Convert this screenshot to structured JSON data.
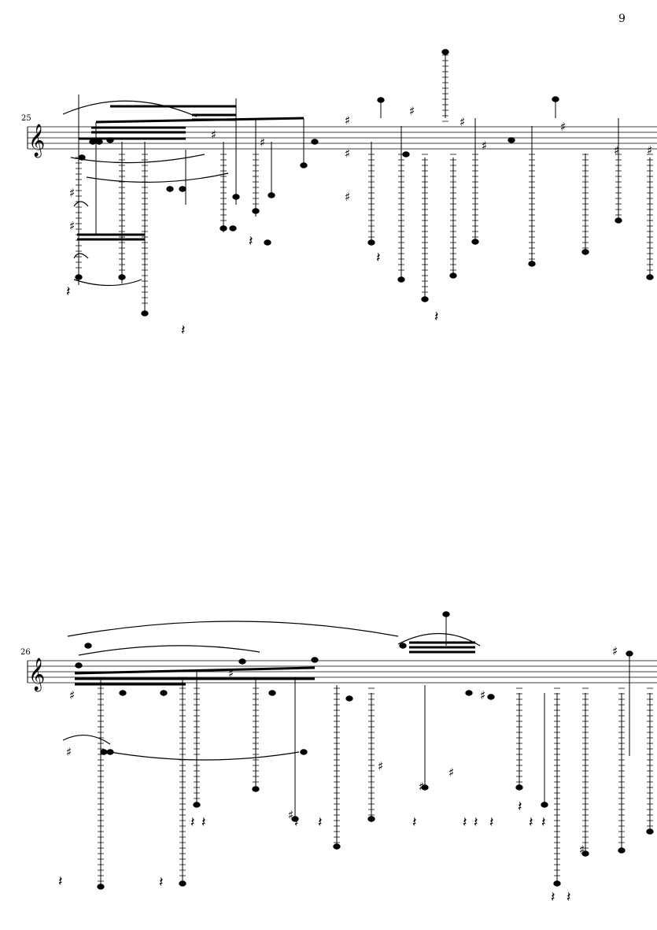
{
  "page": {
    "number": "9"
  },
  "systems": [
    {
      "measure_number": "25"
    },
    {
      "measure_number": "26"
    }
  ],
  "colors": {
    "ink": "#000000",
    "paper": "#ffffff"
  }
}
